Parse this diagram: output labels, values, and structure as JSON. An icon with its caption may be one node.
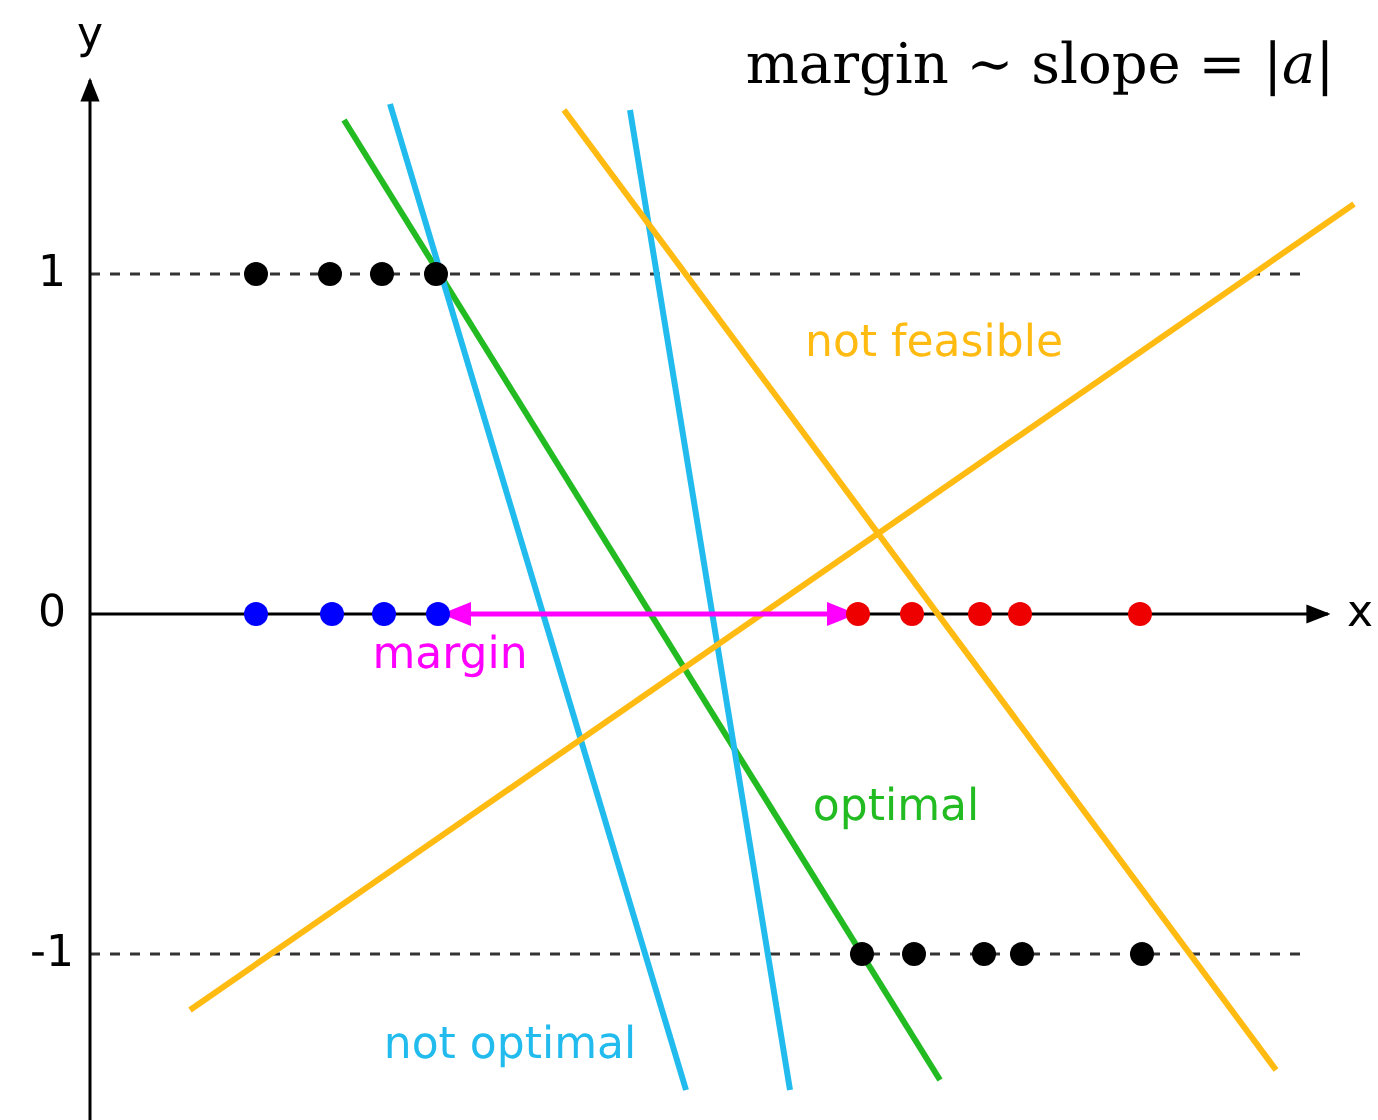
{
  "diagram": {
    "title": "margin ∼ slope = |*a*|",
    "labels": [
      "y",
      "x",
      "1",
      "0",
      "-1",
      "not feasible",
      "margin",
      "optimal",
      "not optimal"
    ]
  }
}
